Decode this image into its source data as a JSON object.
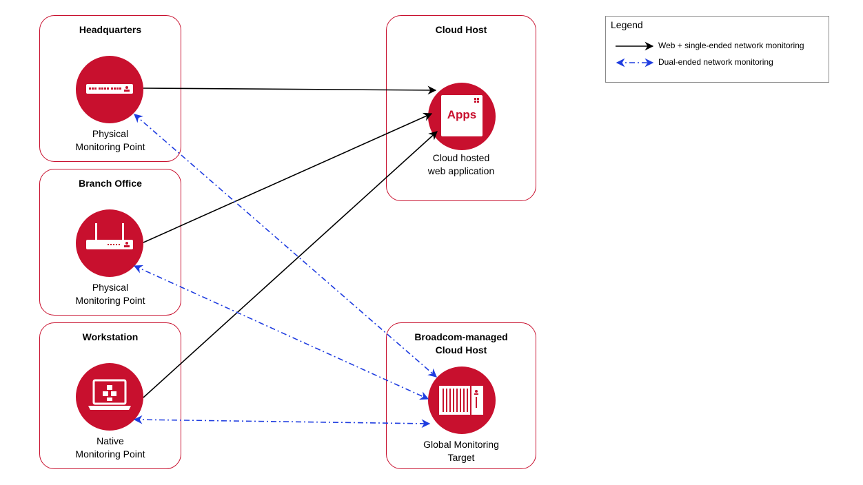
{
  "boxes": {
    "headquarters": {
      "title": "Headquarters",
      "caption_line1": "Physical",
      "caption_line2": "Monitoring Point",
      "icon": "network-appliance-icon"
    },
    "branch_office": {
      "title": "Branch Office",
      "caption_line1": "Physical",
      "caption_line2": "Monitoring Point",
      "icon": "wireless-router-icon"
    },
    "workstation": {
      "title": "Workstation",
      "caption_line1": "Native",
      "caption_line2": "Monitoring Point",
      "icon": "laptop-icon"
    },
    "cloud_host": {
      "title": "Cloud Host",
      "caption_line1": "Cloud hosted",
      "caption_line2": "web application",
      "icon": "apps-icon",
      "icon_text": "Apps"
    },
    "broadcom_cloud": {
      "title_line1": "Broadcom-managed",
      "title_line2": "Cloud Host",
      "caption_line1": "Global Monitoring",
      "caption_line2": "Target",
      "icon": "container-icon"
    }
  },
  "legend": {
    "title": "Legend",
    "solid_label": "Web + single-ended network monitoring",
    "dashed_label": "Dual-ended network monitoring"
  },
  "colors": {
    "accent": "#c8102e",
    "solid_line": "#000000",
    "dashed_line": "#1f3de0"
  }
}
